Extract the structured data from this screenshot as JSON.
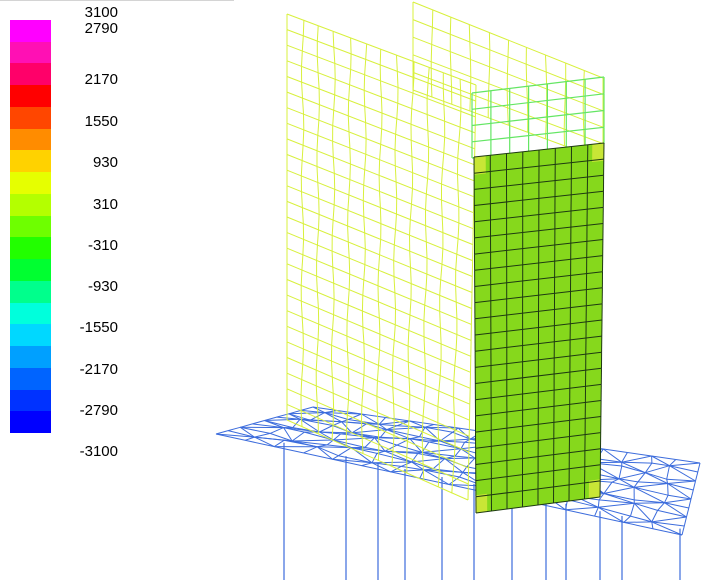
{
  "legend": {
    "labels": [
      "3100",
      "2790",
      "2170",
      "1550",
      "930",
      "310",
      "-310",
      "-930",
      "-1550",
      "-2170",
      "-2790",
      "-3100"
    ],
    "colors": [
      "#ff00ff",
      "#ff10b4",
      "#ff0069",
      "#ff0000",
      "#ff4600",
      "#ff8c00",
      "#ffd200",
      "#e6ff00",
      "#b4ff00",
      "#6eff00",
      "#22ff00",
      "#00ff30",
      "#00ff8c",
      "#00ffdc",
      "#00d8ff",
      "#00a0ff",
      "#0064ff",
      "#0032ff",
      "#0000ff"
    ]
  },
  "scene": {
    "wall_mesh_color": "#d8f03c",
    "panel_fill_color": "#86d81c",
    "panel_grid_color": "#1e3a12",
    "top_grid_color": "#64e664",
    "slab_mesh_color": "#3c6cdc"
  }
}
